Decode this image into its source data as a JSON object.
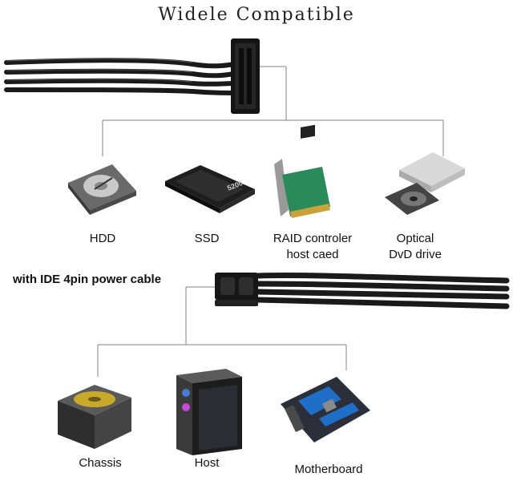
{
  "title": "Widele Compatible",
  "sata_devices": [
    {
      "label_lines": [
        "HDD"
      ],
      "icon": "hdd-icon"
    },
    {
      "label_lines": [
        "SSD"
      ],
      "icon": "ssd-icon"
    },
    {
      "label_lines": [
        "RAID controler",
        "host caed"
      ],
      "icon": "raid-card-icon"
    },
    {
      "label_lines": [
        "Optical",
        "DvD drive"
      ],
      "icon": "optical-drive-icon"
    }
  ],
  "ide_note": "with IDE 4pin power cable",
  "ide_devices": [
    {
      "label_lines": [
        "Chassis"
      ],
      "icon": "power-supply-icon"
    },
    {
      "label_lines": [
        "Host"
      ],
      "icon": "pc-case-icon"
    },
    {
      "label_lines": [
        "Motherboard"
      ],
      "icon": "motherboard-icon"
    }
  ],
  "ssd_badge": "5200"
}
